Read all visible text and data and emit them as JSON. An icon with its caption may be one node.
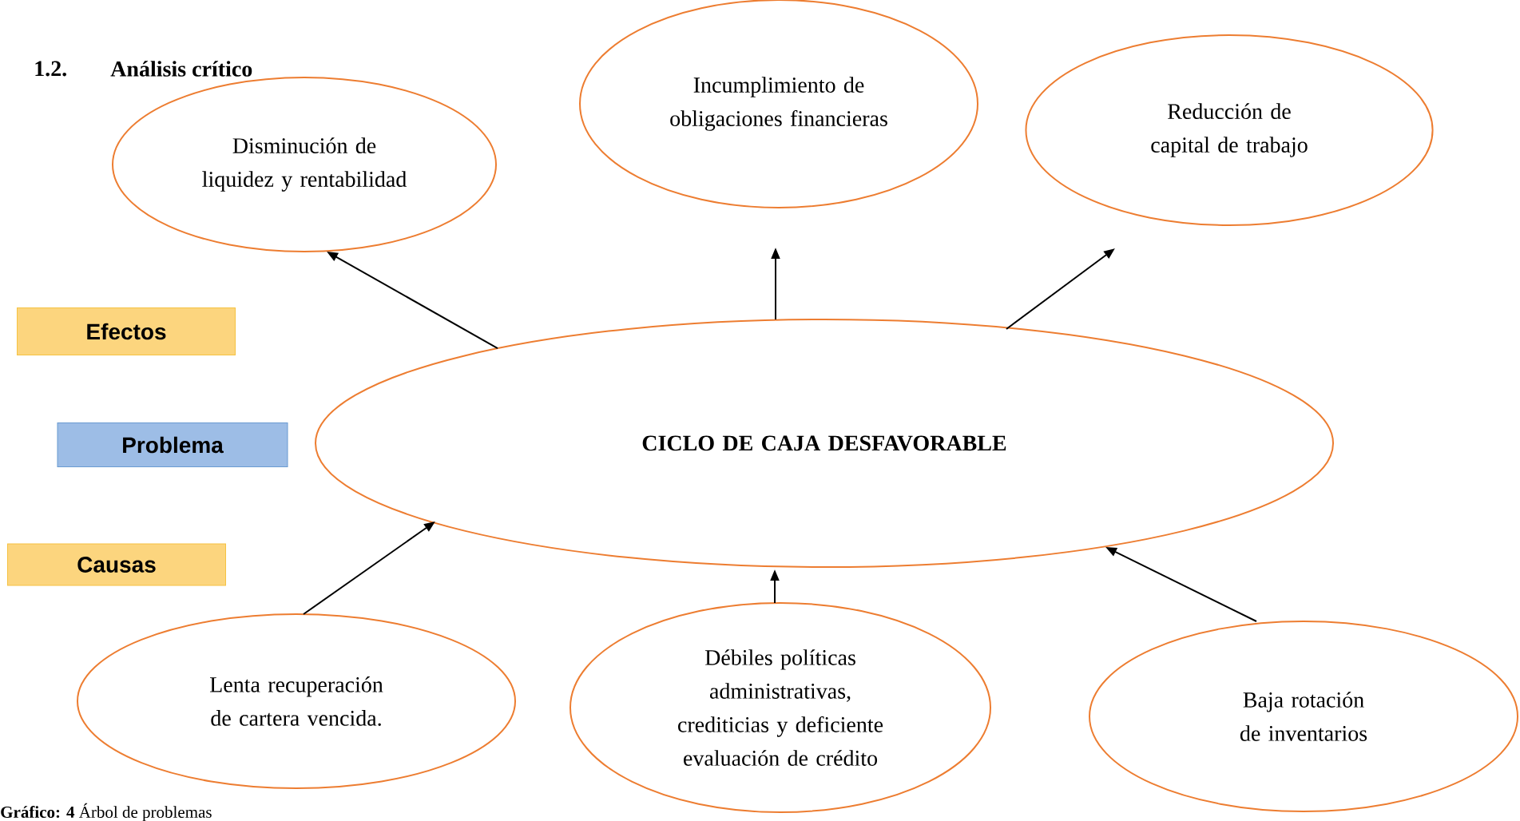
{
  "diagram": {
    "title": "Análisis crítico",
    "caption": "**Gráfico: 4** Árbol de problemas",
    "nodes": [
      {
        "text": [
          "Disminución de liquidez y rentabilidad"
        ]
      },
      {
        "text": [
          "Incumplimiento de obligaciones financieras"
        ]
      },
      {
        "text": [
          "Reducción de capital de trabajo"
        ]
      },
      {
        "text": [
          "Efectos"
        ]
      },
      {
        "text": [
          "Problema"
        ]
      },
      {
        "text": [
          "CICLO DE CAJA DESFAVORABLE"
        ]
      },
      {
        "text": [
          "Causas"
        ]
      },
      {
        "text": [
          "Lenta recuperación de cartera vencida."
        ]
      },
      {
        "text": [
          "Débiles políticas administrativas, crediticias y deficiente evaluación de crédito"
        ]
      },
      {
        "text": [
          "Baja rotación de inventarios"
        ]
      }
    ],
    "edges": [
      {
        "from": 5,
        "to": 0,
        "arrow": "to"
      },
      {
        "from": 5,
        "to": 1,
        "arrow": "to"
      },
      {
        "from": 5,
        "to": 2,
        "arrow": "to"
      },
      {
        "from": 7,
        "to": 5,
        "arrow": "to"
      },
      {
        "from": 8,
        "to": 5,
        "arrow": "to"
      },
      {
        "from": 9,
        "to": 5,
        "arrow": "to"
      }
    ],
    "labels": [
      "1.2."
    ]
  }
}
